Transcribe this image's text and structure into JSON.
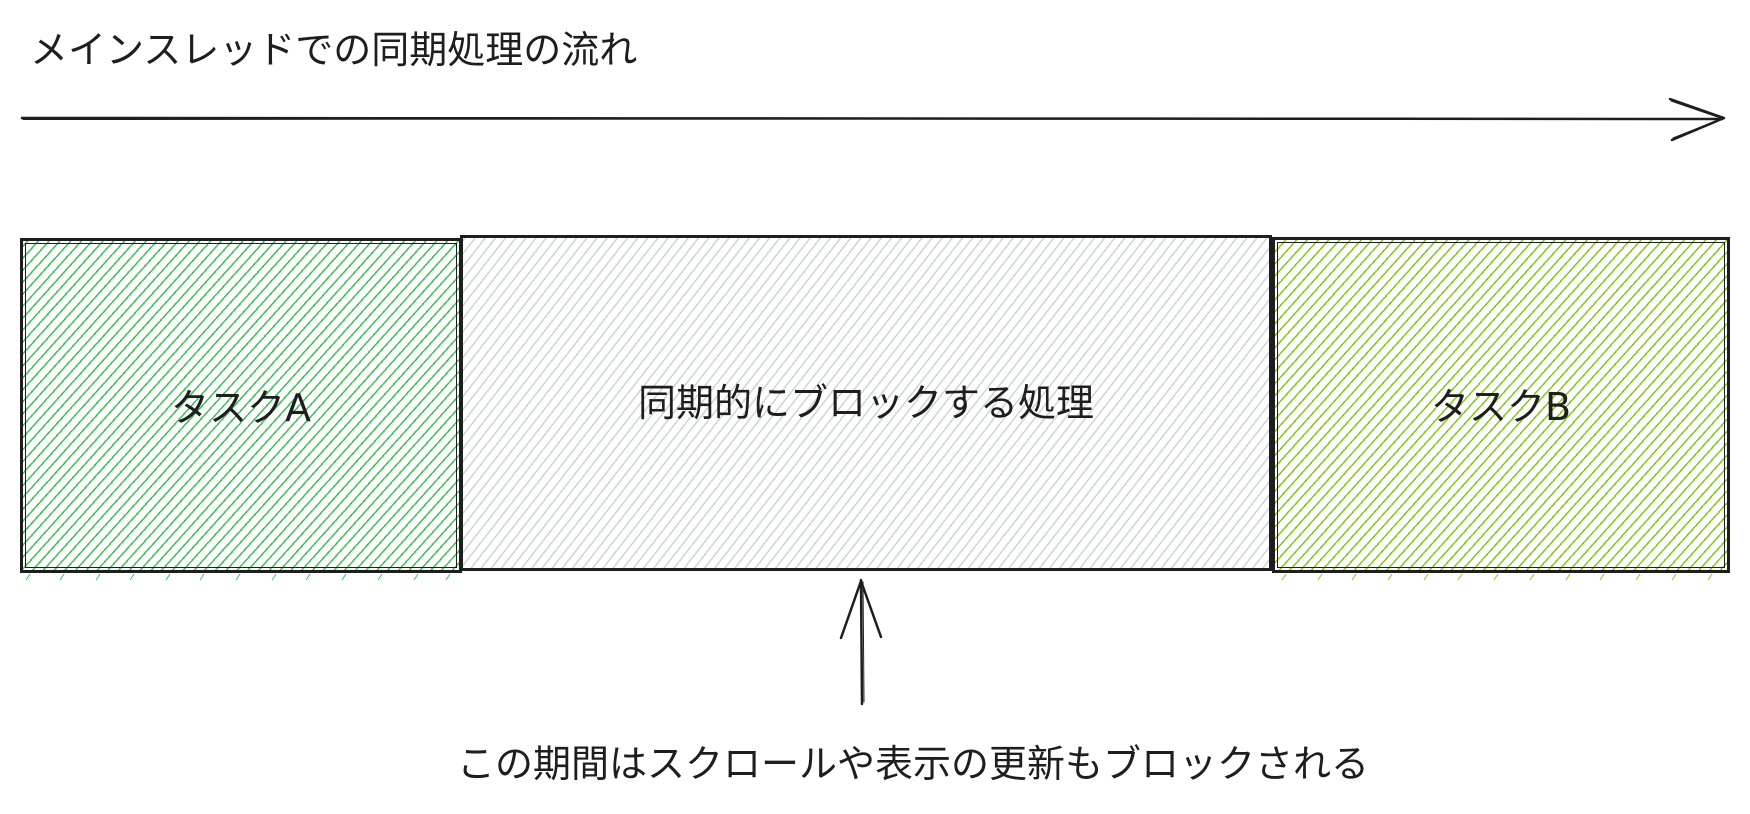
{
  "diagram": {
    "title": "メインスレッドでの同期処理の流れ",
    "timeline_arrow": {
      "direction": "right",
      "meaning": "time flow"
    },
    "blocks": [
      {
        "label": "タスクA",
        "fill_hatch_color": "#40c057"
      },
      {
        "label": "同期的にブロックする処理",
        "fill_hatch_color": "#ced4da"
      },
      {
        "label": "タスクB",
        "fill_hatch_color": "#82c91e"
      }
    ],
    "pointer_arrow": {
      "direction": "up",
      "target": "同期的にブロックする処理"
    },
    "caption": "この期間はスクロールや表示の更新もブロックされる"
  },
  "colors": {
    "stroke": "#1e1e1e",
    "background": "#ffffff",
    "hatch_task_a": "#40c057",
    "hatch_blocking": "#ced4da",
    "hatch_task_b": "#82c91e"
  }
}
